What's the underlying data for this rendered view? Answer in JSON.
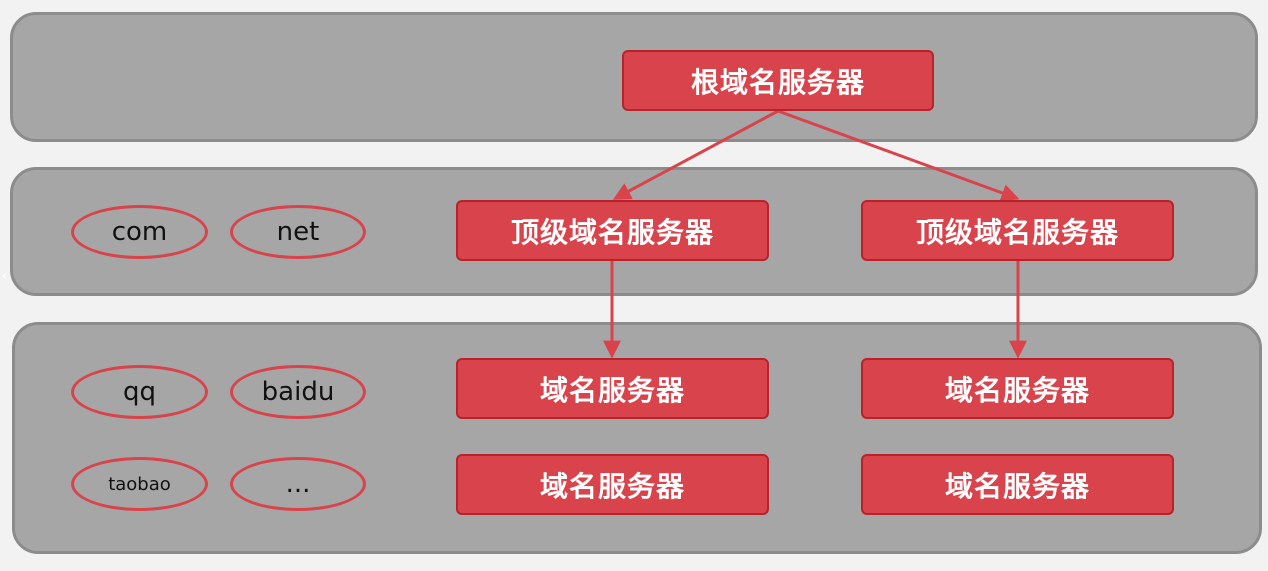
{
  "colors": {
    "tier_fill": "#a6a6a6",
    "tier_border": "#8c8c8c",
    "server_fill": "#d9434b",
    "server_border": "#b8222b",
    "arrow": "#d9434b",
    "ellipse_border": "#d9434b"
  },
  "root": {
    "label": "根域名服务器"
  },
  "top_level": [
    {
      "label": "顶级域名服务器"
    },
    {
      "label": "顶级域名服务器"
    }
  ],
  "top_level_domains": [
    "com",
    "net"
  ],
  "second_level_domains": [
    "qq",
    "baidu",
    "taobao",
    "..."
  ],
  "domain_servers": [
    {
      "label": "域名服务器"
    },
    {
      "label": "域名服务器"
    },
    {
      "label": "域名服务器"
    },
    {
      "label": "域名服务器"
    }
  ]
}
